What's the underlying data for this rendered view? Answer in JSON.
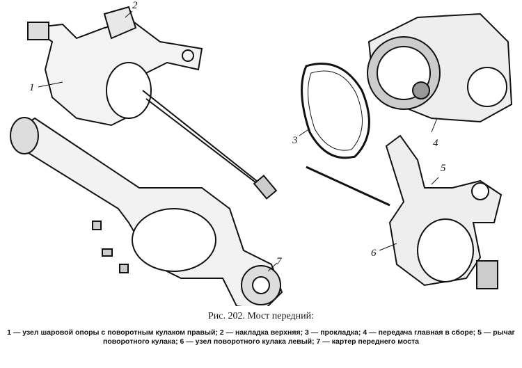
{
  "figure": {
    "callouts": [
      "1",
      "2",
      "3",
      "4",
      "5",
      "6",
      "7"
    ],
    "title": "Рис. 202. Мост передний:",
    "legend_line1": "1 — узел шаровой опоры с поворотным кулаком правый; 2 — накладка верхняя; 3 — прокладка; 4 — передача главная в сборе; 5 — рычаг",
    "legend_line2": "поворотного кулака; 6 — узел поворотного кулака левый; 7 — картер переднего моста"
  }
}
